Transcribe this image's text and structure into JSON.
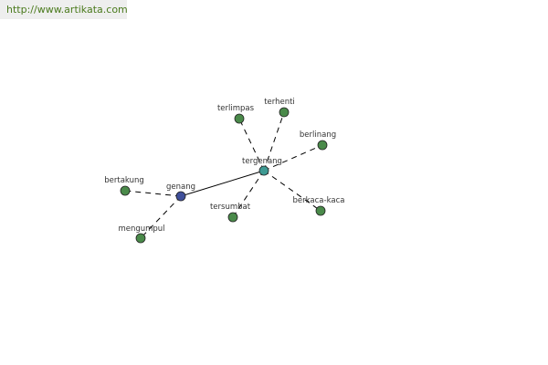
{
  "header": {
    "url": "http://www.artikata.com"
  },
  "colors": {
    "root_node": "#3f4f9a",
    "hub_node": "#3e9a93",
    "leaf_node": "#4a8a4a",
    "banner_bg": "#eeeeee",
    "url_text": "#4a7a1c"
  },
  "graph": {
    "nodes": [
      {
        "id": "genang",
        "label": "genang",
        "kind": "root"
      },
      {
        "id": "tergenang",
        "label": "tergenang",
        "kind": "hub"
      },
      {
        "id": "bertakung",
        "label": "bertakung",
        "kind": "leaf"
      },
      {
        "id": "mengumpul",
        "label": "mengumpul",
        "kind": "leaf"
      },
      {
        "id": "terlimpas",
        "label": "terlimpas",
        "kind": "leaf"
      },
      {
        "id": "terhenti",
        "label": "terhenti",
        "kind": "leaf"
      },
      {
        "id": "berlinang",
        "label": "berlinang",
        "kind": "leaf"
      },
      {
        "id": "tersumbat",
        "label": "tersumbat",
        "kind": "leaf"
      },
      {
        "id": "berkaca-kaca",
        "label": "berkaca-kaca",
        "kind": "leaf"
      }
    ],
    "edges": [
      {
        "from": "genang",
        "to": "tergenang",
        "style": "solid"
      },
      {
        "from": "genang",
        "to": "bertakung",
        "style": "dashed"
      },
      {
        "from": "genang",
        "to": "mengumpul",
        "style": "dashed"
      },
      {
        "from": "tergenang",
        "to": "terlimpas",
        "style": "dashed"
      },
      {
        "from": "tergenang",
        "to": "terhenti",
        "style": "dashed"
      },
      {
        "from": "tergenang",
        "to": "berlinang",
        "style": "dashed"
      },
      {
        "from": "tergenang",
        "to": "tersumbat",
        "style": "dashed"
      },
      {
        "from": "tergenang",
        "to": "berkaca-kaca",
        "style": "dashed"
      }
    ]
  }
}
